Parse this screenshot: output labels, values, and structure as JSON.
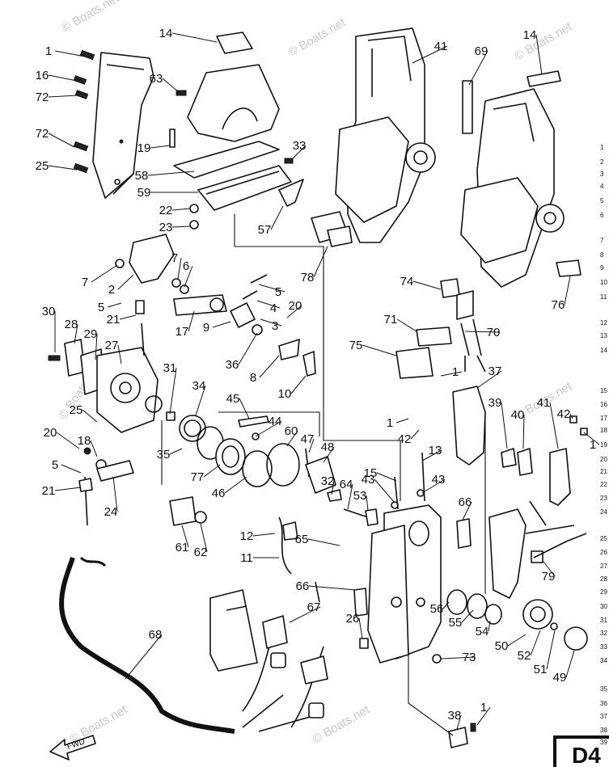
{
  "diagram": {
    "watermark_text": "© Boats.net",
    "corner_label": "D4",
    "fwd_arrow_label": "FWD",
    "callouts": [
      {
        "id": "c1",
        "text": "1"
      },
      {
        "id": "c16",
        "text": "16"
      },
      {
        "id": "c72a",
        "text": "72"
      },
      {
        "id": "c72b",
        "text": "72"
      },
      {
        "id": "c25a",
        "text": "25"
      },
      {
        "id": "c14a",
        "text": "14"
      },
      {
        "id": "c63",
        "text": "63"
      },
      {
        "id": "c19",
        "text": "19"
      },
      {
        "id": "c58",
        "text": "58"
      },
      {
        "id": "c59",
        "text": "59"
      },
      {
        "id": "c22",
        "text": "22"
      },
      {
        "id": "c23",
        "text": "23"
      },
      {
        "id": "c33",
        "text": "33"
      },
      {
        "id": "c57",
        "text": "57"
      },
      {
        "id": "c41a",
        "text": "41"
      },
      {
        "id": "c78",
        "text": "78"
      },
      {
        "id": "c69",
        "text": "69"
      },
      {
        "id": "c14b",
        "text": "14"
      },
      {
        "id": "c74",
        "text": "74"
      },
      {
        "id": "c76",
        "text": "76"
      },
      {
        "id": "c71",
        "text": "71"
      },
      {
        "id": "c70",
        "text": "70"
      },
      {
        "id": "c75",
        "text": "75"
      },
      {
        "id": "c1b",
        "text": "1"
      },
      {
        "id": "c37",
        "text": "37"
      },
      {
        "id": "c7a",
        "text": "7"
      },
      {
        "id": "c7b",
        "text": "7"
      },
      {
        "id": "c6",
        "text": "6"
      },
      {
        "id": "c2",
        "text": "2"
      },
      {
        "id": "c5a",
        "text": "5"
      },
      {
        "id": "c21a",
        "text": "21"
      },
      {
        "id": "c17",
        "text": "17"
      },
      {
        "id": "c5b",
        "text": "5"
      },
      {
        "id": "c4",
        "text": "4"
      },
      {
        "id": "c3",
        "text": "3"
      },
      {
        "id": "c20a",
        "text": "20"
      },
      {
        "id": "c9",
        "text": "9"
      },
      {
        "id": "c36",
        "text": "36"
      },
      {
        "id": "c8",
        "text": "8"
      },
      {
        "id": "c30",
        "text": "30"
      },
      {
        "id": "c28",
        "text": "28"
      },
      {
        "id": "c29",
        "text": "29"
      },
      {
        "id": "c27",
        "text": "27"
      },
      {
        "id": "c10",
        "text": "10"
      },
      {
        "id": "c31",
        "text": "31"
      },
      {
        "id": "c34",
        "text": "34"
      },
      {
        "id": "c45",
        "text": "45"
      },
      {
        "id": "c44",
        "text": "44"
      },
      {
        "id": "c60",
        "text": "60"
      },
      {
        "id": "c47",
        "text": "47"
      },
      {
        "id": "c48",
        "text": "48"
      },
      {
        "id": "c25b",
        "text": "25"
      },
      {
        "id": "c20b",
        "text": "20"
      },
      {
        "id": "c18",
        "text": "18"
      },
      {
        "id": "c35",
        "text": "35"
      },
      {
        "id": "c77",
        "text": "77"
      },
      {
        "id": "c46",
        "text": "46"
      },
      {
        "id": "c32",
        "text": "32"
      },
      {
        "id": "c5c",
        "text": "5"
      },
      {
        "id": "c21b",
        "text": "21"
      },
      {
        "id": "c24",
        "text": "24"
      },
      {
        "id": "c61",
        "text": "61"
      },
      {
        "id": "c62",
        "text": "62"
      },
      {
        "id": "c64",
        "text": "64"
      },
      {
        "id": "c53",
        "text": "53"
      },
      {
        "id": "c15",
        "text": "15"
      },
      {
        "id": "c43a",
        "text": "43"
      },
      {
        "id": "c13",
        "text": "13"
      },
      {
        "id": "c43b",
        "text": "43"
      },
      {
        "id": "c1c",
        "text": "1"
      },
      {
        "id": "c42a",
        "text": "42"
      },
      {
        "id": "c39",
        "text": "39"
      },
      {
        "id": "c40",
        "text": "40"
      },
      {
        "id": "c41b",
        "text": "41"
      },
      {
        "id": "c42b",
        "text": "42"
      },
      {
        "id": "c1d",
        "text": "1"
      },
      {
        "id": "c66a",
        "text": "66"
      },
      {
        "id": "c12",
        "text": "12"
      },
      {
        "id": "c11",
        "text": "11"
      },
      {
        "id": "c65",
        "text": "65"
      },
      {
        "id": "c66b",
        "text": "66"
      },
      {
        "id": "c67",
        "text": "67"
      },
      {
        "id": "c68",
        "text": "68"
      },
      {
        "id": "c26",
        "text": "26"
      },
      {
        "id": "c56",
        "text": "56"
      },
      {
        "id": "c55",
        "text": "55"
      },
      {
        "id": "c54",
        "text": "54"
      },
      {
        "id": "c79",
        "text": "79"
      },
      {
        "id": "c50",
        "text": "50"
      },
      {
        "id": "c52",
        "text": "52"
      },
      {
        "id": "c51",
        "text": "51"
      },
      {
        "id": "c49",
        "text": "49"
      },
      {
        "id": "c73",
        "text": "73"
      },
      {
        "id": "c38",
        "text": "38"
      },
      {
        "id": "c1e",
        "text": "1"
      }
    ],
    "edge_numbers": [
      "1",
      "2",
      "3",
      "4",
      "5",
      "6",
      "7",
      "8",
      "9",
      "10",
      "11",
      "12",
      "13",
      "14",
      "15",
      "16",
      "17",
      "18",
      "19",
      "20",
      "21",
      "22",
      "23",
      "24",
      "25",
      "26",
      "27",
      "28",
      "29",
      "30",
      "31",
      "32",
      "33",
      "34",
      "35",
      "36",
      "37",
      "38",
      "39"
    ]
  }
}
